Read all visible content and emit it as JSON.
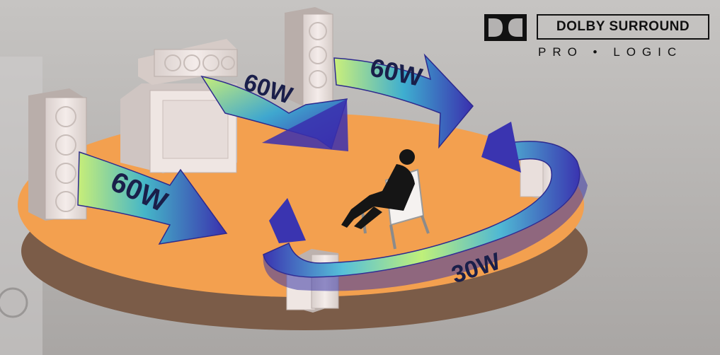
{
  "logo": {
    "brand": "DOLBY SURROUND",
    "subtitle": "PRO • LOGIC"
  },
  "channels": {
    "front_left": "60W",
    "center": "60W",
    "front_right": "60W",
    "surround": "30W"
  },
  "colors": {
    "background": "#b4b2b1",
    "floor": "#f3a04f",
    "arrow_start": "#c7f07a",
    "arrow_end": "#3a34b0",
    "speaker": "#efe5e2"
  }
}
